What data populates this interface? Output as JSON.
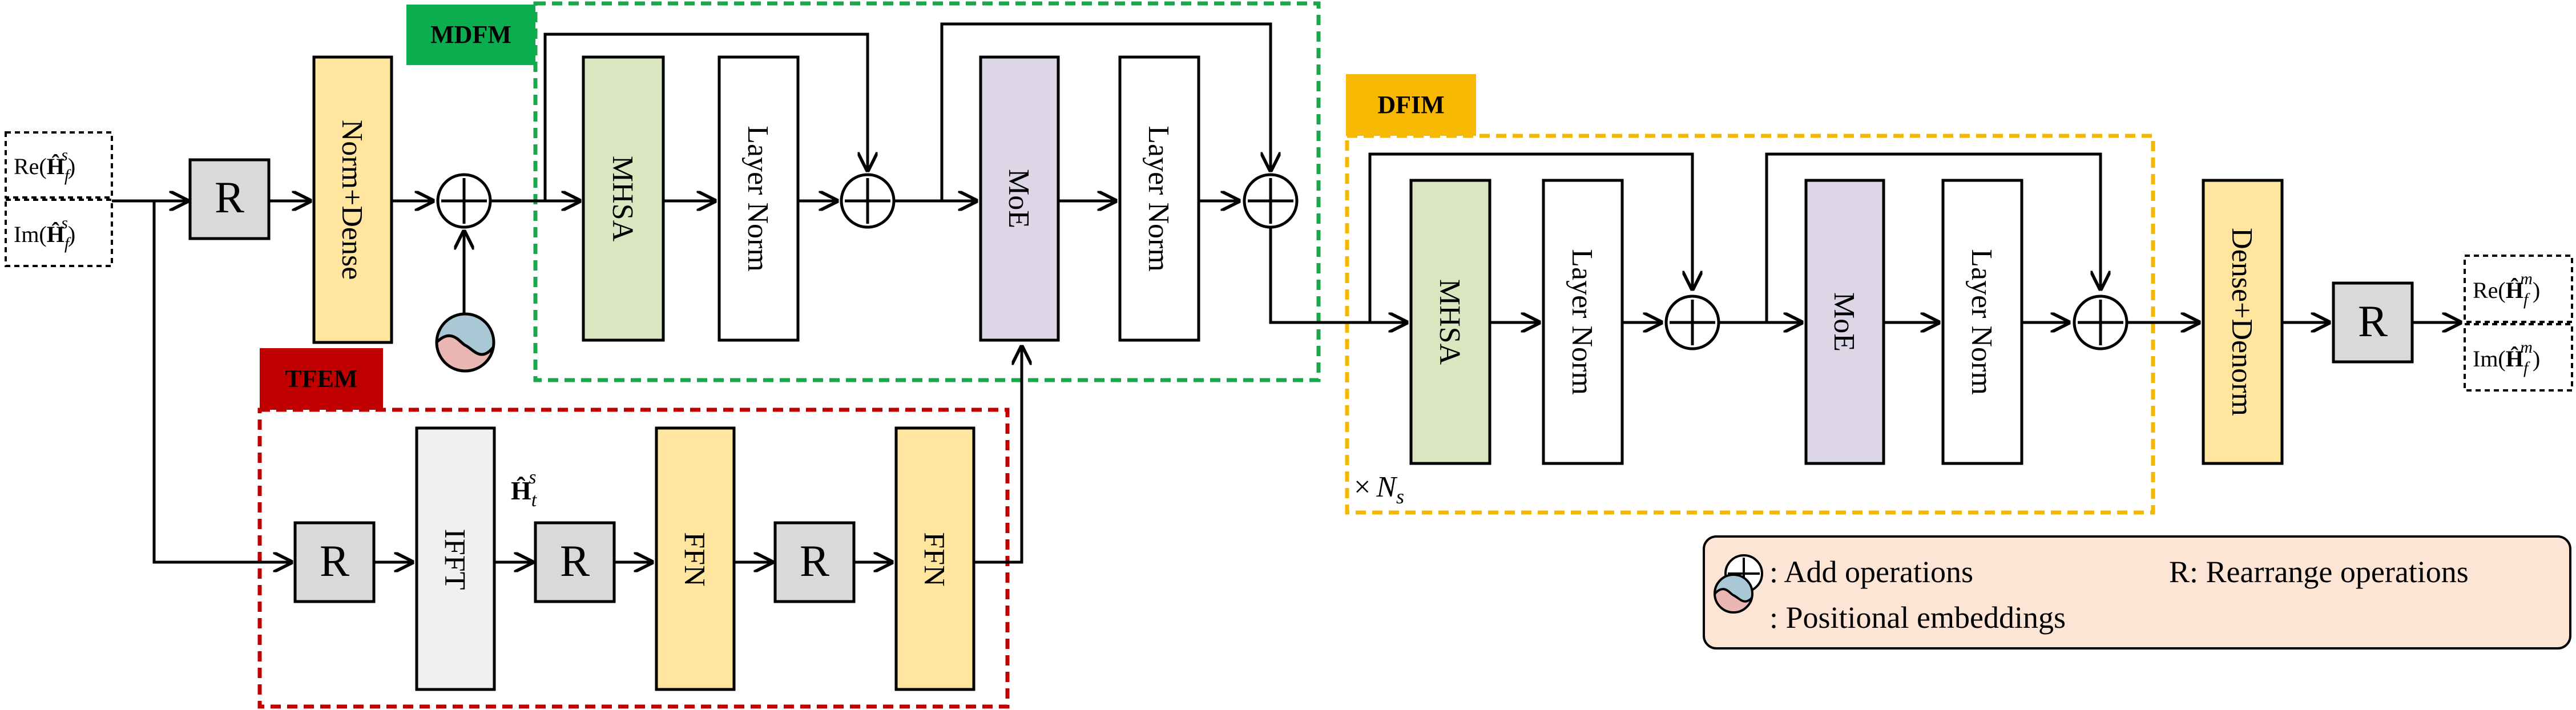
{
  "modules": {
    "mdfm": "MDFM",
    "tfem": "TFEM",
    "dfim": "DFIM"
  },
  "inputs": {
    "re_prefix": "Re(",
    "im_prefix": "Im(",
    "h_symbol": "Ĥ",
    "sub_f": "f",
    "sup_s": "s",
    "close": ")"
  },
  "outputs": {
    "re_prefix": "Re(",
    "im_prefix": "Im(",
    "h_symbol": "Ĥ",
    "sub_f": "f",
    "sup_m": "m",
    "close": ")"
  },
  "blocks": {
    "rearrange": "R",
    "norm_dense": "Norm+Dense",
    "mhsa": "MHSA",
    "layer_norm": "Layer Norm",
    "moe": "MoE",
    "ifft": "IFFT",
    "ffn": "FFN",
    "dense_denorm": "Dense+Denorm"
  },
  "annotations": {
    "ht_symbol": "Ĥ",
    "ht_sub": "t",
    "ht_sup": "s",
    "repeat_times": "×",
    "repeat_n": "N",
    "repeat_sub": "s"
  },
  "legend": {
    "add_ops": ": Add operations",
    "rearrange_ops": "R: Rearrange operations",
    "pos_emb": ": Positional embeddings"
  },
  "colors": {
    "mdfm_border": "#1aa64a",
    "mdfm_tag": "#0aae4f",
    "tfem_border": "#c00000",
    "tfem_tag": "#c00000",
    "dfim_border": "#f5b800",
    "dfim_tag": "#f6b800",
    "yellow_block": "#ffe59e",
    "green_block": "#d9e6bf",
    "purple_block": "#dcd6e6",
    "gray_block": "#d9d9d9",
    "light_block": "#f0f0f0",
    "legend_bg": "#fce5d4"
  },
  "icons": [
    "add-icon",
    "positional-embedding-icon",
    "arrow-icon"
  ]
}
